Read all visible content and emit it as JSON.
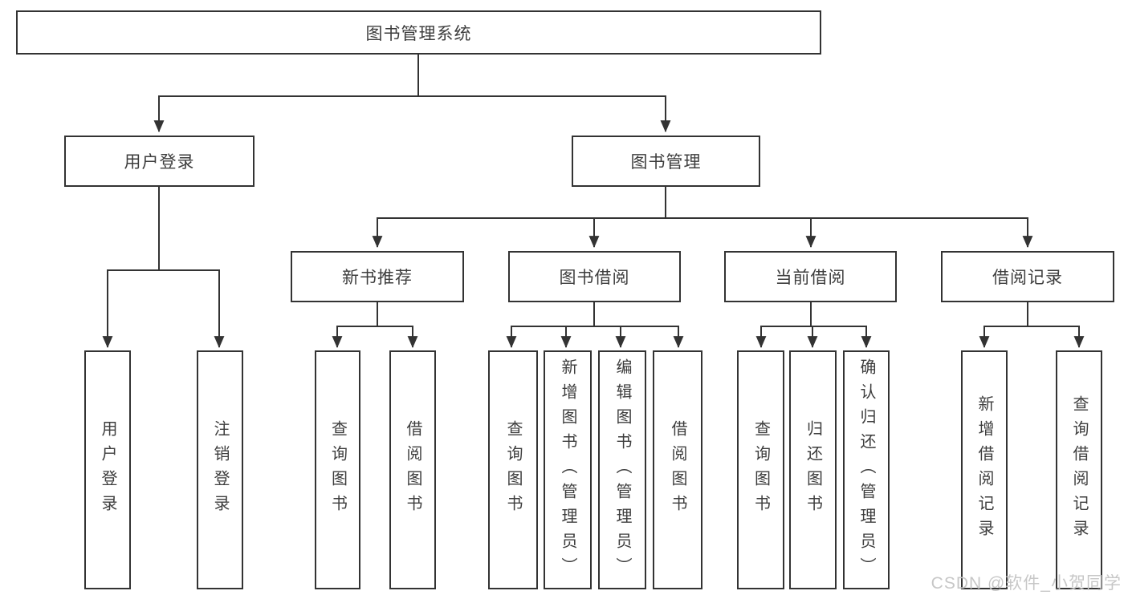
{
  "diagram": {
    "tree": {
      "label": "图书管理系统",
      "children": [
        {
          "label": "用户登录",
          "children": [
            {
              "label": "用户登录"
            },
            {
              "label": "注销登录"
            }
          ]
        },
        {
          "label": "图书管理",
          "children": [
            {
              "label": "新书推荐",
              "children": [
                {
                  "label": "查询图书"
                },
                {
                  "label": "借阅图书"
                }
              ]
            },
            {
              "label": "图书借阅",
              "children": [
                {
                  "label": "查询图书"
                },
                {
                  "label": "新增图书（管理员）"
                },
                {
                  "label": "编辑图书（管理员）"
                },
                {
                  "label": "借阅图书"
                }
              ]
            },
            {
              "label": "当前借阅",
              "children": [
                {
                  "label": "查询图书"
                },
                {
                  "label": "归还图书"
                },
                {
                  "label": "确认归还（管理员）"
                }
              ]
            },
            {
              "label": "借阅记录",
              "children": [
                {
                  "label": "新增借阅记录"
                },
                {
                  "label": "查询借阅记录"
                }
              ]
            }
          ]
        }
      ]
    },
    "watermark": "CSDN @软件_小贺同学",
    "colors": {
      "line": "#333333",
      "text": "#3d3d3d",
      "watermark": "#c7c7c7",
      "background": "#ffffff"
    }
  }
}
